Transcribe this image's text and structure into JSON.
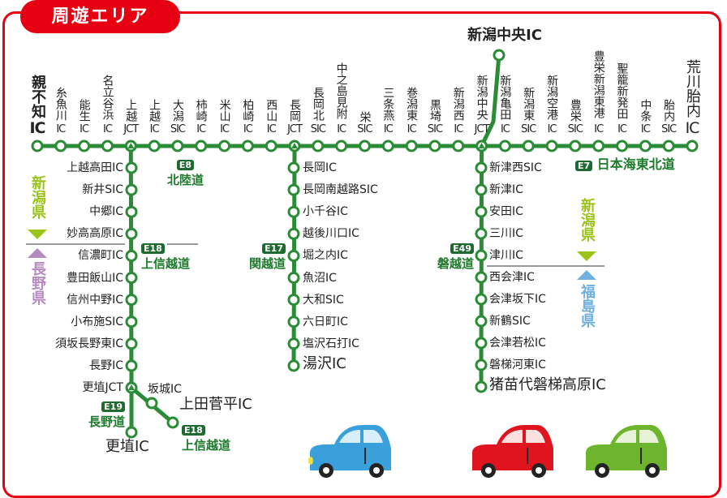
{
  "header": {
    "title": "周遊エリア"
  },
  "colors": {
    "frame": "#e60012",
    "line": "#2a8c35",
    "niigata": "#9cc31c",
    "nagano": "#b58bc0",
    "fukushima": "#6fb0e0"
  },
  "top_stations": [
    {
      "name": "親不知",
      "suffix": "IC",
      "style": "bold"
    },
    {
      "name": "糸魚川",
      "suffix": "IC"
    },
    {
      "name": "能生",
      "suffix": "IC"
    },
    {
      "name": "名立谷浜",
      "suffix": "IC"
    },
    {
      "name": "上越",
      "suffix": "JCT",
      "jct": true
    },
    {
      "name": "上越",
      "suffix": "IC"
    },
    {
      "name": "大潟",
      "suffix": "SIC"
    },
    {
      "name": "柿崎",
      "suffix": "IC"
    },
    {
      "name": "米山",
      "suffix": "IC"
    },
    {
      "name": "柏崎",
      "suffix": "IC"
    },
    {
      "name": "西山",
      "suffix": "IC"
    },
    {
      "name": "長岡",
      "suffix": "JCT",
      "jct": true
    },
    {
      "name": "長岡北",
      "suffix": "SIC"
    },
    {
      "name": "中之島見附",
      "suffix": "IC"
    },
    {
      "name": "栄",
      "suffix": "SIC"
    },
    {
      "name": "三条燕",
      "suffix": "IC"
    },
    {
      "name": "巻潟東",
      "suffix": "IC"
    },
    {
      "name": "黒埼",
      "suffix": "SIC"
    },
    {
      "name": "新潟西",
      "suffix": "IC"
    },
    {
      "name": "新潟中央",
      "suffix": "JCT",
      "jct": true
    },
    {
      "name": "新潟亀田",
      "suffix": "IC"
    },
    {
      "name": "新潟東",
      "suffix": "SIC"
    },
    {
      "name": "新潟空港",
      "suffix": "IC"
    },
    {
      "name": "豊栄",
      "suffix": "SIC"
    },
    {
      "name": "豊栄新潟東港",
      "suffix": "IC"
    },
    {
      "name": "聖籠新発田",
      "suffix": "IC"
    },
    {
      "name": "中条",
      "suffix": "IC"
    },
    {
      "name": "胎内",
      "suffix": "SIC"
    },
    {
      "name": "荒川胎内",
      "suffix": "IC",
      "style": "large"
    }
  ],
  "niigata_chuo_ic": "新潟中央IC",
  "e18_stations": [
    "上越高田IC",
    "新井SIC",
    "中郷IC",
    "妙高高原IC",
    "信濃町IC",
    "豊田飯山IC",
    "信州中野IC",
    "小布施SIC",
    "須坂長野東IC",
    "長野IC",
    "更埴JCT"
  ],
  "e18_branch": {
    "sakaki": "坂城IC",
    "ueda": "上田菅平IC",
    "kouhoku": "更埴IC"
  },
  "e17_stations": [
    "長岡IC",
    "長岡南越路SIC",
    "小千谷IC",
    "越後川口IC",
    "堀之内IC",
    "魚沼IC",
    "大和SIC",
    "六日町IC",
    "塩沢石打IC",
    "湯沢IC"
  ],
  "e49_stations": [
    "新津西SIC",
    "新津IC",
    "安田IC",
    "三川IC",
    "津川IC",
    "西会津IC",
    "会津坂下IC",
    "新鶴SIC",
    "会津若松IC",
    "磐梯河東IC",
    "猪苗代磐梯高原IC"
  ],
  "roads": {
    "e8": {
      "badge": "E8",
      "name": "北陸道"
    },
    "e7": {
      "badge": "E7",
      "name": "日本海東北道"
    },
    "e18": {
      "badge": "E18",
      "name": "上信越道"
    },
    "e17": {
      "badge": "E17",
      "name": "関越道"
    },
    "e49": {
      "badge": "E49",
      "name": "磐越道"
    },
    "e19": {
      "badge": "E19",
      "name": "長野道"
    },
    "e18b": {
      "badge": "E18",
      "name": "上信越道"
    }
  },
  "prefectures": {
    "niigata": "新潟県",
    "nagano": "長野県",
    "fukushima": "福島県"
  }
}
